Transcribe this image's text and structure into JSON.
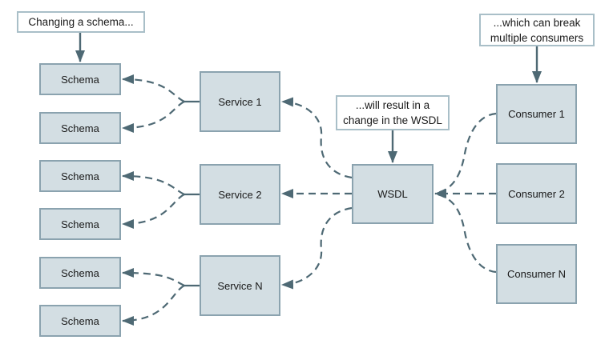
{
  "diagram": {
    "callouts": {
      "changing_schema": {
        "text": "Changing a schema..."
      },
      "wsdl_change": {
        "line1": "...will result in a",
        "line2": "change in the WSDL"
      },
      "break_consumers": {
        "line1": "...which can break",
        "line2": "multiple consumers"
      }
    },
    "nodes": {
      "schemas": [
        "Schema",
        "Schema",
        "Schema",
        "Schema",
        "Schema",
        "Schema"
      ],
      "services": [
        "Service 1",
        "Service 2",
        "Service N"
      ],
      "wsdl": "WSDL",
      "consumers": [
        "Consumer 1",
        "Consumer 2",
        "Consumer N"
      ]
    },
    "edges": [
      {
        "from": "Changing a schema...",
        "to": "Schema (top)",
        "style": "solid-arrow"
      },
      {
        "from": "...will result in a change in the WSDL",
        "to": "WSDL",
        "style": "solid-arrow"
      },
      {
        "from": "...which can break multiple consumers",
        "to": "Consumer 1",
        "style": "solid-arrow"
      },
      {
        "from": "Service 1",
        "to": "Schema 1",
        "style": "dashed-arrow"
      },
      {
        "from": "Service 1",
        "to": "Schema 2",
        "style": "dashed-arrow"
      },
      {
        "from": "Service 2",
        "to": "Schema 3",
        "style": "dashed-arrow"
      },
      {
        "from": "Service 2",
        "to": "Schema 4",
        "style": "dashed-arrow"
      },
      {
        "from": "Service N",
        "to": "Schema 5",
        "style": "dashed-arrow"
      },
      {
        "from": "Service N",
        "to": "Schema 6",
        "style": "dashed-arrow"
      },
      {
        "from": "WSDL",
        "to": "Service 1",
        "style": "dashed-arrow"
      },
      {
        "from": "WSDL",
        "to": "Service 2",
        "style": "dashed-arrow"
      },
      {
        "from": "WSDL",
        "to": "Service N",
        "style": "dashed-arrow"
      },
      {
        "from": "Consumer 1",
        "to": "WSDL",
        "style": "dashed-arrow"
      },
      {
        "from": "Consumer 2",
        "to": "WSDL",
        "style": "dashed-arrow"
      },
      {
        "from": "Consumer N",
        "to": "WSDL",
        "style": "dashed-arrow"
      }
    ],
    "colors": {
      "node_fill": "#d3dee3",
      "node_border": "#8ba3af",
      "connector": "#4e6974",
      "callout_border": "#a9bfc8",
      "callout_fill": "#ffffff",
      "background": "#ffffff",
      "text": "#1a1a1a"
    }
  }
}
